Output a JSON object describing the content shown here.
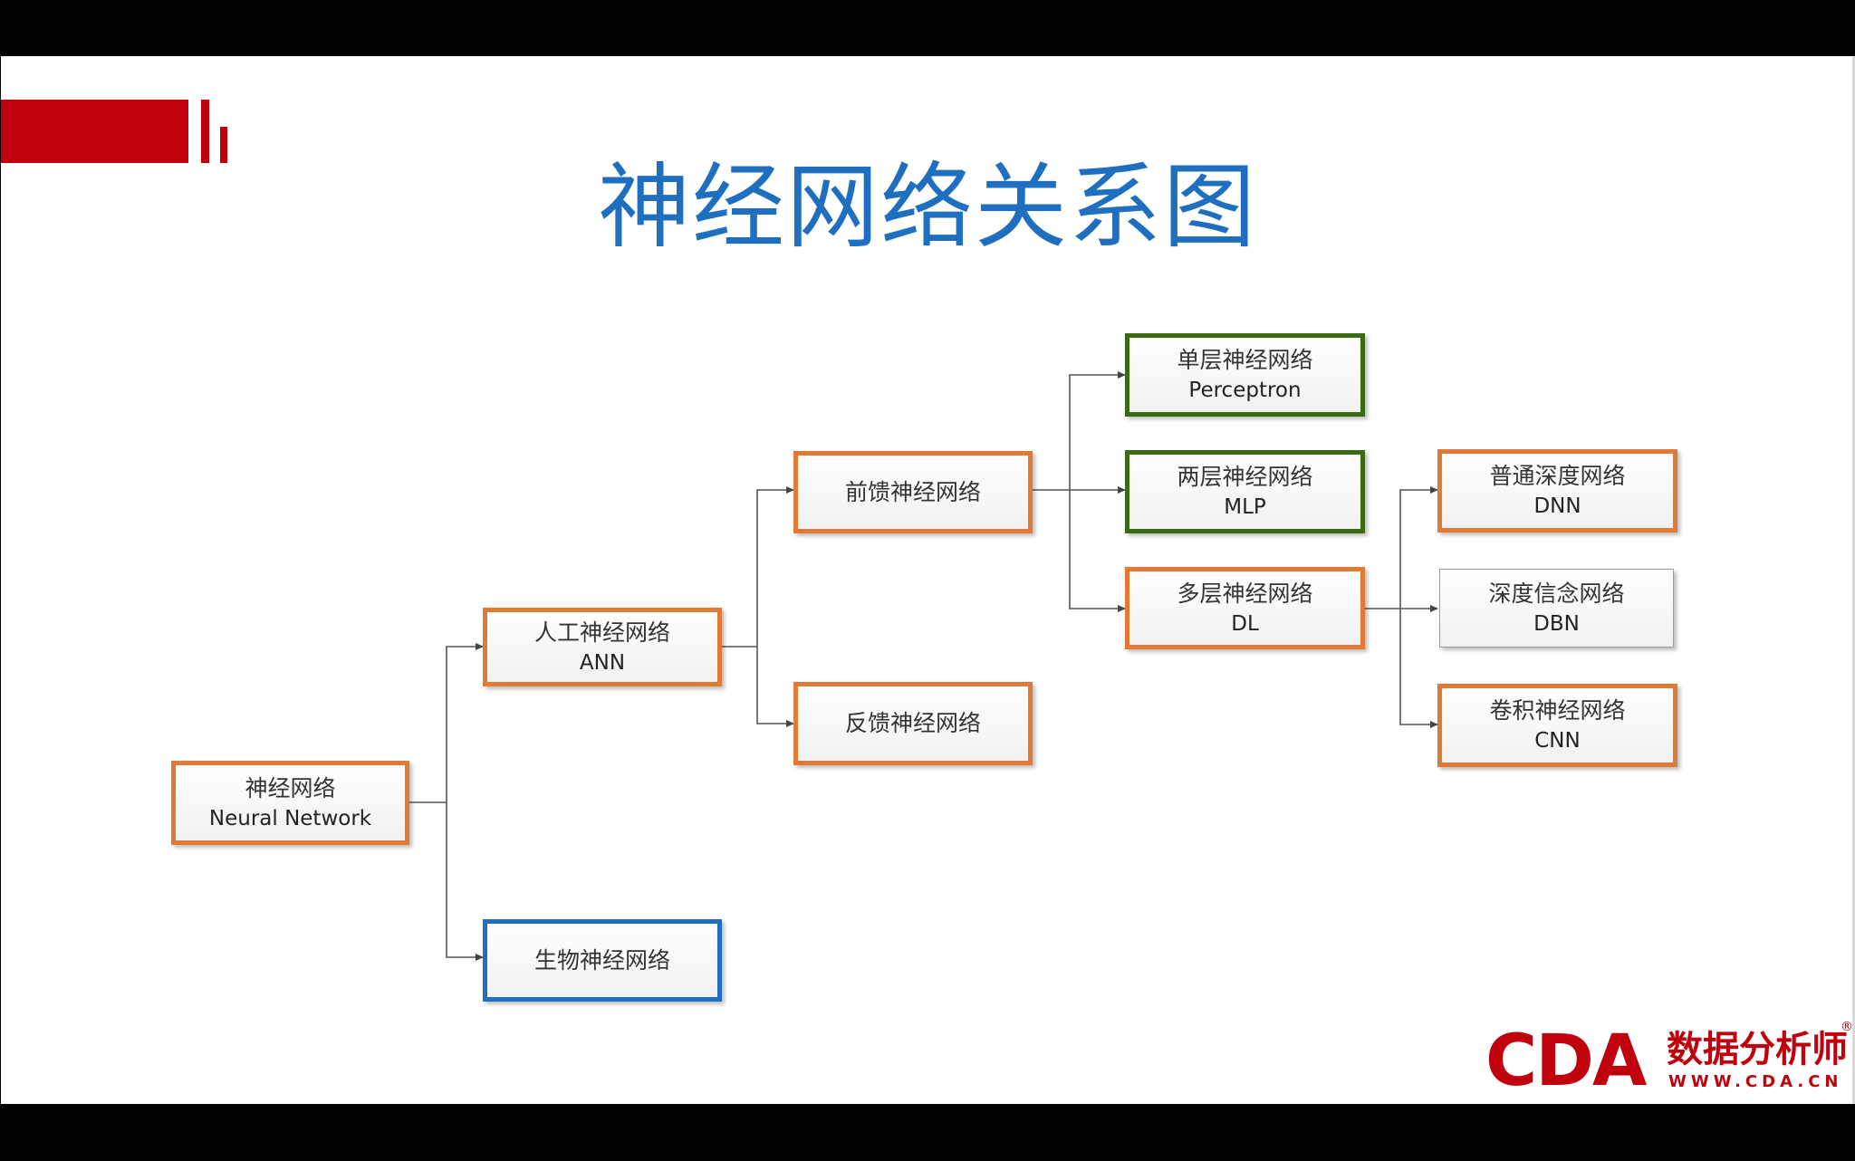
{
  "slide": {
    "title": "神经网络关系图",
    "accent_color": "#c0000c",
    "title_color": "#1f6fc0"
  },
  "nodes": {
    "root": {
      "zh": "神经网络",
      "en": "Neural Network"
    },
    "ann": {
      "zh": "人工神经网络",
      "en": "ANN"
    },
    "bio": {
      "zh": "生物神经网络"
    },
    "feedforward": {
      "zh": "前馈神经网络"
    },
    "feedback": {
      "zh": "反馈神经网络"
    },
    "perceptron": {
      "zh": "单层神经网络",
      "en": "Perceptron"
    },
    "mlp": {
      "zh": "两层神经网络",
      "en": "MLP"
    },
    "dl": {
      "zh": "多层神经网络",
      "en": "DL"
    },
    "dnn": {
      "zh": "普通深度网络",
      "en": "DNN"
    },
    "dbn": {
      "zh": "深度信念网络",
      "en": "DBN"
    },
    "cnn": {
      "zh": "卷积神经网络",
      "en": "CNN"
    }
  },
  "border_colors": {
    "orange": "#e07a35",
    "green": "#3a6b12",
    "blue": "#1f6fc0",
    "gray": "#9c9c9c"
  },
  "logo": {
    "letters": "CDA",
    "cn": "数据分析师",
    "url": "WWW.CDA.CN",
    "reg": "®"
  }
}
